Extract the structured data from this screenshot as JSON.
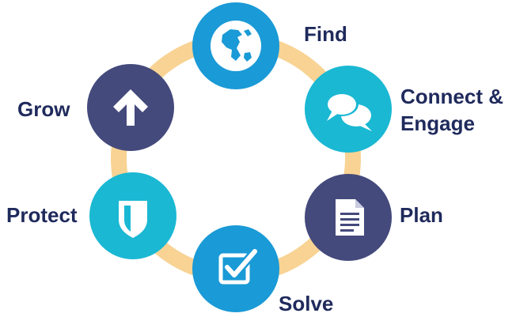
{
  "colors": {
    "ring": "#f8d394",
    "light_blue": "#1a9ad6",
    "teal": "#1ab8d3",
    "navy": "#444a7c",
    "text": "#1f2a5c",
    "icon": "#ffffff"
  },
  "steps": [
    {
      "id": "find",
      "label": "Find",
      "color": "light_blue",
      "icon": "globe-icon"
    },
    {
      "id": "connect",
      "label_lines": [
        "Connect &",
        "Engage"
      ],
      "color": "teal",
      "icon": "chat-bubbles-icon"
    },
    {
      "id": "plan",
      "label": "Plan",
      "color": "navy",
      "icon": "document-icon"
    },
    {
      "id": "solve",
      "label": "Solve",
      "color": "light_blue",
      "icon": "checkbox-icon"
    },
    {
      "id": "protect",
      "label": "Protect",
      "color": "teal",
      "icon": "shield-icon"
    },
    {
      "id": "grow",
      "label": "Grow",
      "color": "navy",
      "icon": "arrow-up-icon"
    }
  ]
}
